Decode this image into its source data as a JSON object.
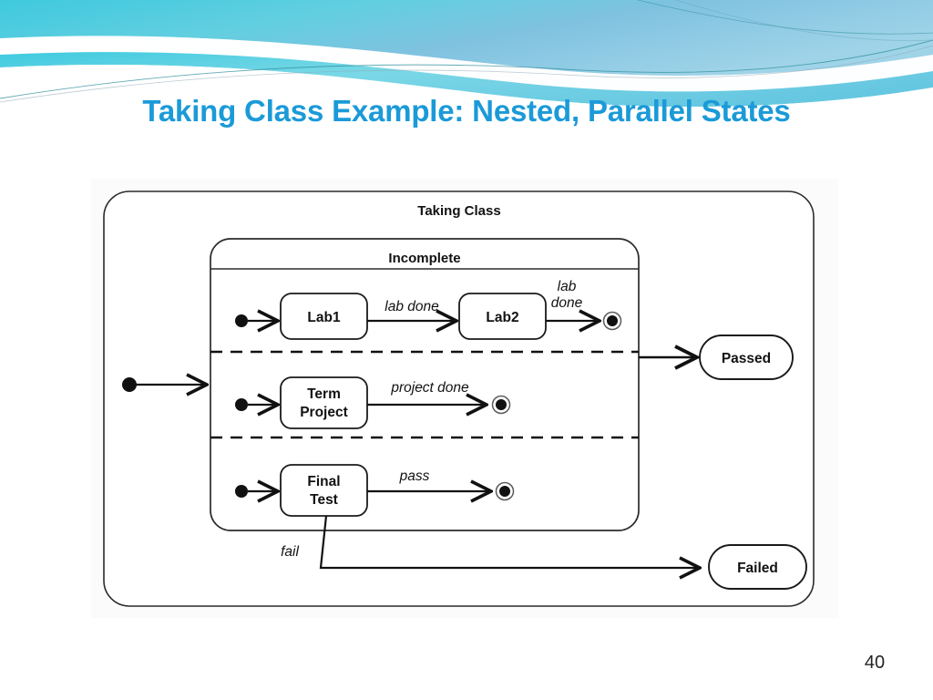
{
  "slide": {
    "title": "Taking Class Example: Nested, Parallel States",
    "page_number": "40",
    "title_color": "#1b9ad8",
    "background_color": "#ffffff",
    "header_colors": {
      "teal": "#4ec8dd",
      "cyan": "#7fd9e8",
      "blue": "#7fb8dd",
      "deep_teal": "#18879a"
    }
  },
  "diagram": {
    "type": "uml-state-machine",
    "outer_state": {
      "label": "Taking Class"
    },
    "composite_state": {
      "label": "Incomplete"
    },
    "regions": [
      {
        "name": "lab-region",
        "initial": "initial-state",
        "states": [
          {
            "label": "Lab1"
          },
          {
            "label": "Lab2"
          }
        ],
        "transitions": [
          {
            "label": "lab done",
            "from": "Lab1",
            "to": "Lab2"
          },
          {
            "label_line1": "lab",
            "label_line2": "done",
            "from": "Lab2",
            "to": "final-state"
          }
        ],
        "final": "final-state"
      },
      {
        "name": "project-region",
        "initial": "initial-state",
        "states": [
          {
            "label_line1": "Term",
            "label_line2": "Project"
          }
        ],
        "transitions": [
          {
            "label": "project done",
            "from": "Term Project",
            "to": "final-state"
          }
        ],
        "final": "final-state"
      },
      {
        "name": "test-region",
        "initial": "initial-state",
        "states": [
          {
            "label_line1": "Final",
            "label_line2": "Test"
          }
        ],
        "transitions": [
          {
            "label": "pass",
            "from": "Final Test",
            "to": "final-state"
          },
          {
            "label": "fail",
            "from": "Final Test",
            "to": "Failed"
          }
        ],
        "final": "final-state"
      }
    ],
    "outcome_states": [
      {
        "label": "Passed"
      },
      {
        "label": "Failed"
      }
    ],
    "transitions_outer": [
      {
        "label": "",
        "from": "Incomplete",
        "to": "Passed"
      }
    ]
  }
}
